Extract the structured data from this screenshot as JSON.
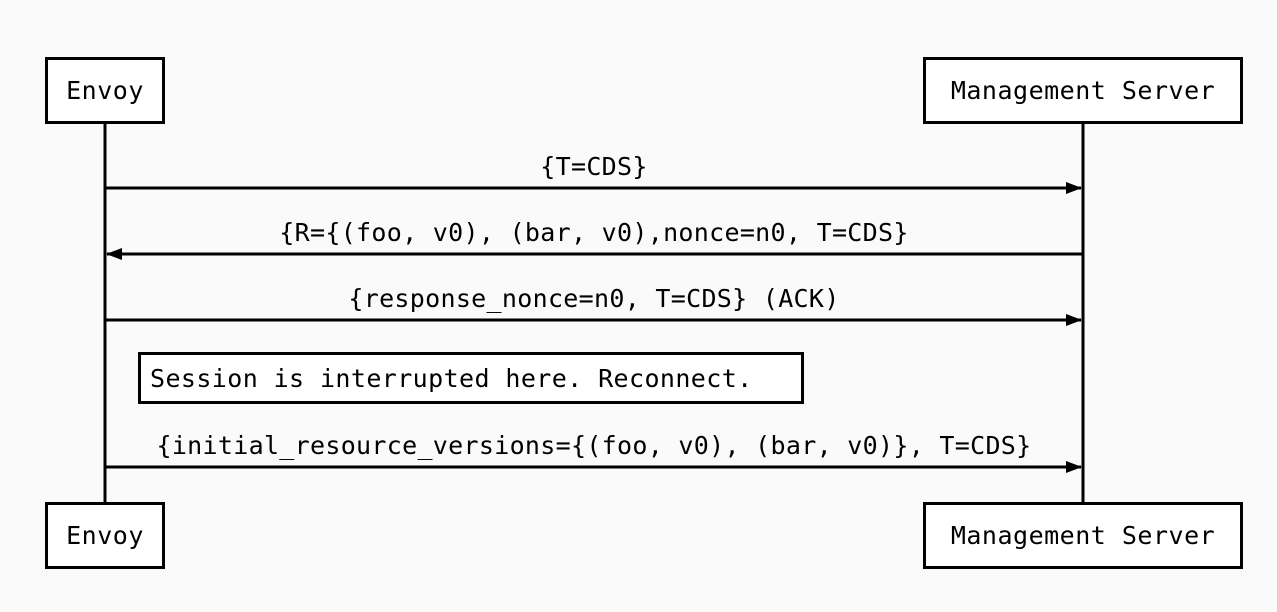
{
  "participants": {
    "left": "Envoy",
    "right": "Management Server"
  },
  "messages": [
    {
      "label": "{T=CDS}",
      "direction": "to-right"
    },
    {
      "label": "{R={(foo, v0), (bar, v0),nonce=n0, T=CDS}",
      "direction": "to-left"
    },
    {
      "label": "{response_nonce=n0, T=CDS} (ACK)",
      "direction": "to-right"
    },
    {
      "label": "{initial_resource_versions={(foo, v0), (bar, v0)}, T=CDS}",
      "direction": "to-right"
    }
  ],
  "note": {
    "text": "Session is interrupted here. Reconnect."
  }
}
